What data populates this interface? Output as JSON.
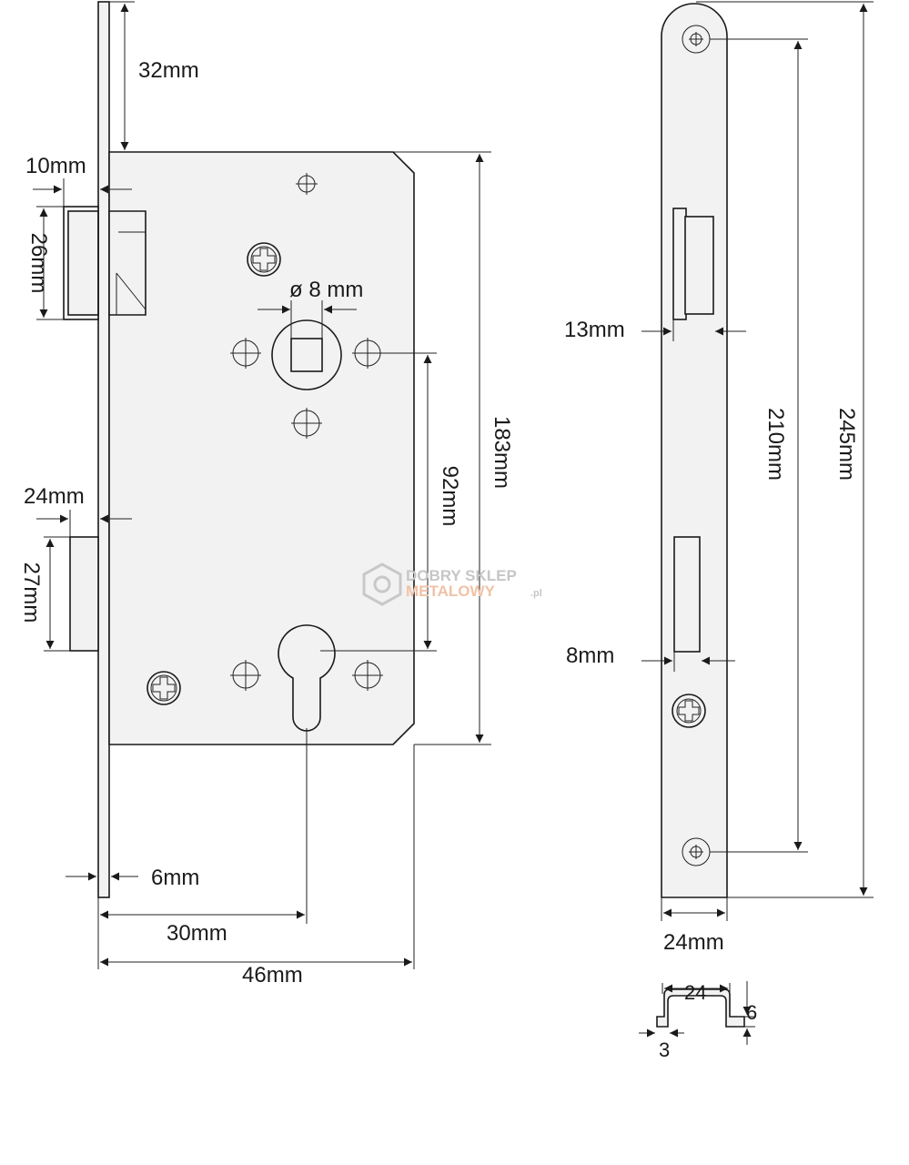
{
  "labels": {
    "backset_top": "32mm",
    "latch_projection": "10mm",
    "latch_height": "26mm",
    "spindle": "ø 8 mm",
    "distance_92": "92mm",
    "height_183": "183mm",
    "bolt_projection": "24mm",
    "bolt_height": "27mm",
    "faceplate_thickness": "6mm",
    "backset_30": "30mm",
    "case_depth": "46mm",
    "latch_hole_width": "13mm",
    "bolt_hole_width": "8mm",
    "screw_distance": "210mm",
    "faceplate_length": "245mm",
    "faceplate_width": "24mm",
    "profile_width": "24",
    "profile_height": "6",
    "profile_thickness": "3"
  },
  "watermark": {
    "line1": "DOBRY SKLEP",
    "line2": "METALOWY",
    "suffix": ".pl"
  },
  "colors": {
    "line": "#1a1a1a",
    "fill": "#f2f2f2",
    "watermark": "#bfbfbf",
    "watermark_accent": "#f2c9b0"
  }
}
